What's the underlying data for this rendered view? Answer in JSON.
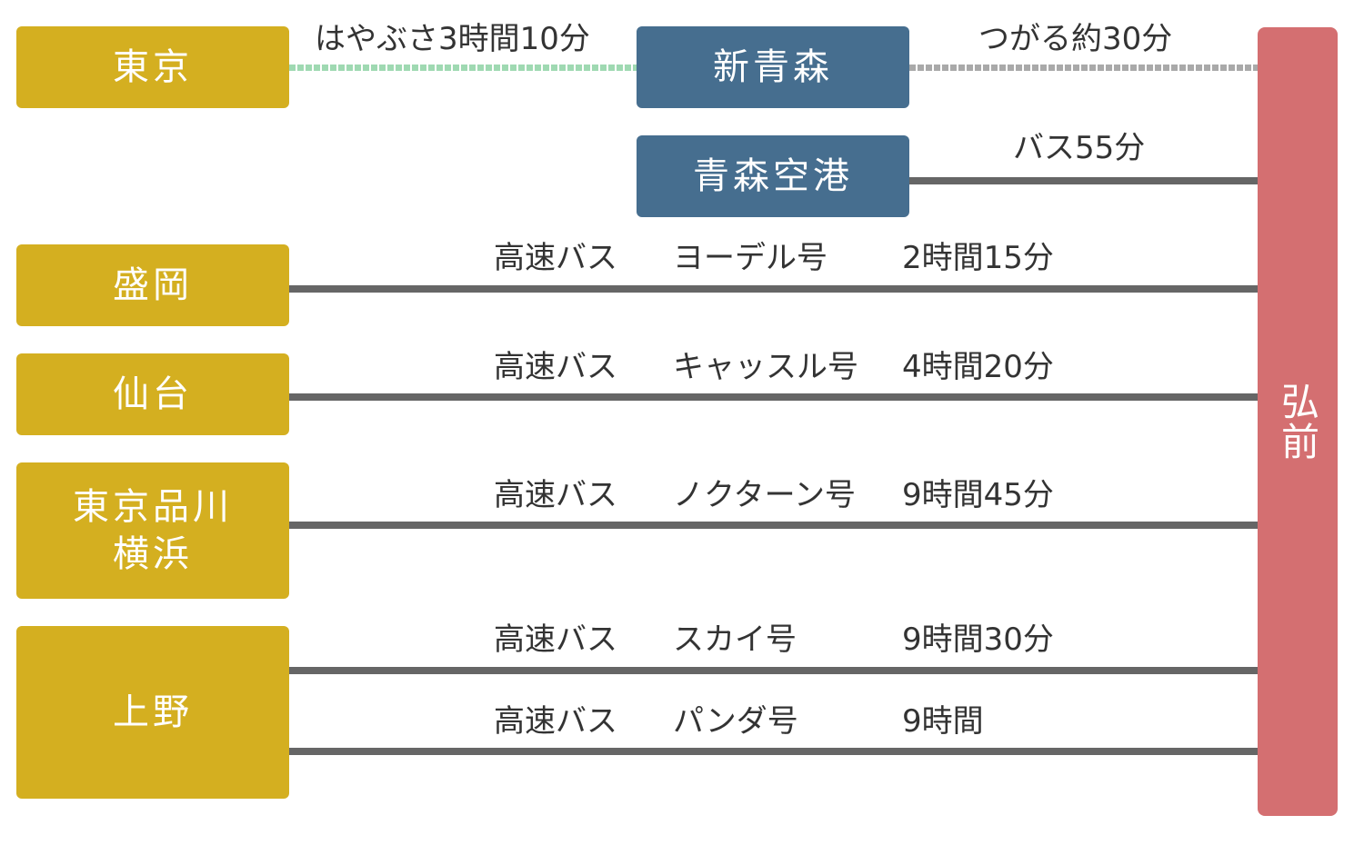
{
  "origins": {
    "tokyo": "東京",
    "morioka": "盛岡",
    "sendai": "仙台",
    "shinagawa_line1": "東京品川",
    "shinagawa_line2": "横浜",
    "ueno": "上野"
  },
  "transfers": {
    "shin_aomori": "新青森",
    "aomori_airport": "青森空港"
  },
  "destination": "弘前",
  "routes": {
    "hayabusa": "はやぶさ3時間10分",
    "tsugaru": "つがる約30分",
    "airport_bus": "バス55分",
    "morioka": {
      "type": "高速バス",
      "name": "ヨーデル号",
      "time": "2時間15分"
    },
    "sendai": {
      "type": "高速バス",
      "name": "キャッスル号",
      "time": "4時間20分"
    },
    "shinagawa": {
      "type": "高速バス",
      "name": "ノクターン号",
      "time": "9時間45分"
    },
    "ueno_sky": {
      "type": "高速バス",
      "name": "スカイ号",
      "time": "9時間30分"
    },
    "ueno_panda": {
      "type": "高速バス",
      "name": "パンダ号",
      "time": "9時間"
    }
  },
  "colors": {
    "origin": "#d4af20",
    "transfer": "#466e8f",
    "destination": "#d46f71",
    "bus_line": "#666666",
    "shinkansen_line": "#9fd9b2",
    "local_rail_line": "#a9a9a9"
  }
}
